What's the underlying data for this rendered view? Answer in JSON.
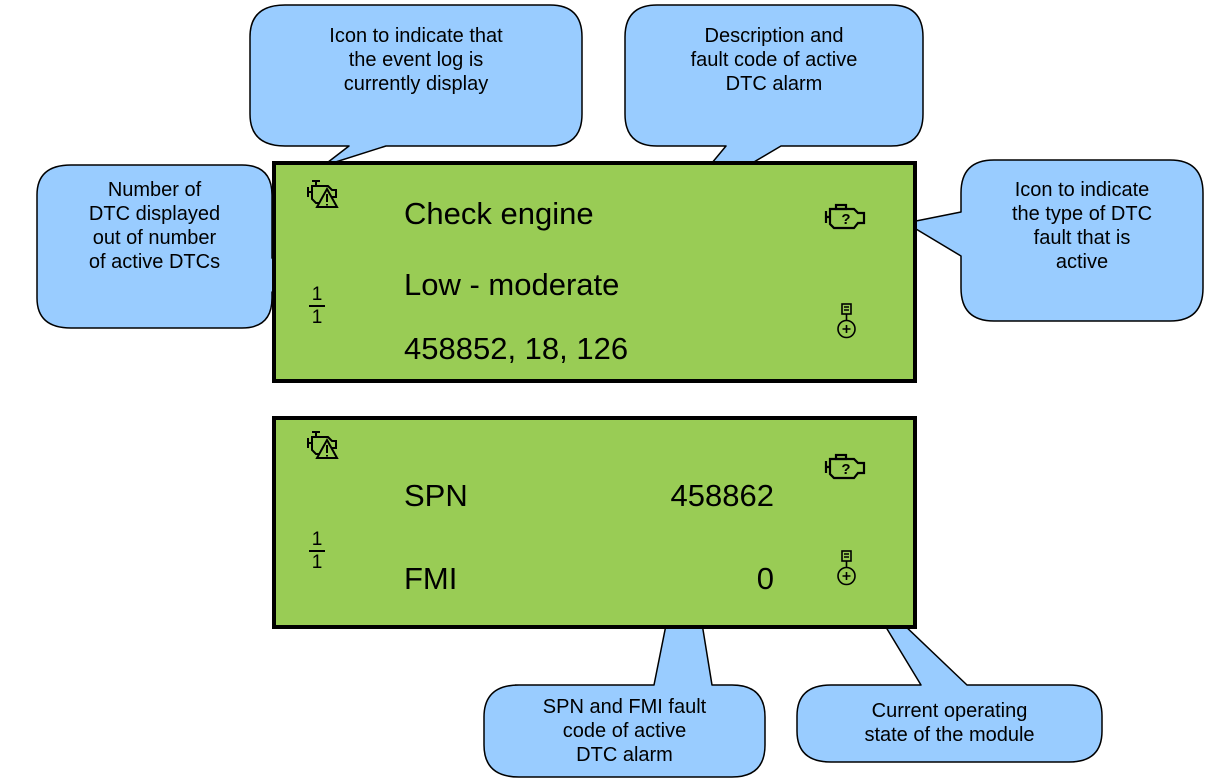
{
  "panel1": {
    "line1": "Check engine",
    "line2": "Low - moderate",
    "line3": "458852, 18, 126",
    "counter": {
      "numerator": "1",
      "denominator": "1"
    },
    "icons": {
      "event_log": "engine-warning-icon",
      "fault_type": "engine-question-icon",
      "module_state": "module-state-icon"
    }
  },
  "panel2": {
    "spn_label": "SPN",
    "spn_value": "458862",
    "fmi_label": "FMI",
    "fmi_value": "0",
    "counter": {
      "numerator": "1",
      "denominator": "1"
    },
    "icons": {
      "event_log": "engine-warning-icon",
      "fault_type": "engine-question-icon",
      "module_state": "module-state-icon"
    }
  },
  "callouts": {
    "event_log_icon": [
      "Icon to indicate that",
      "the event log is",
      "currently display"
    ],
    "description": [
      "Description and",
      "fault code of active",
      "DTC alarm"
    ],
    "dtc_count": [
      "Number of",
      "DTC displayed",
      "out of number",
      "of active DTCs"
    ],
    "fault_type_icon": [
      "Icon to indicate",
      "the type of DTC",
      "fault that is",
      "active"
    ],
    "spn_fmi": [
      "SPN and FMI fault",
      "code of active",
      "DTC alarm"
    ],
    "operating_state": [
      "Current operating",
      "state of the module"
    ]
  },
  "colors": {
    "panel_background": "#99cc55",
    "callout_fill": "#99ccff",
    "outline": "#000000"
  }
}
